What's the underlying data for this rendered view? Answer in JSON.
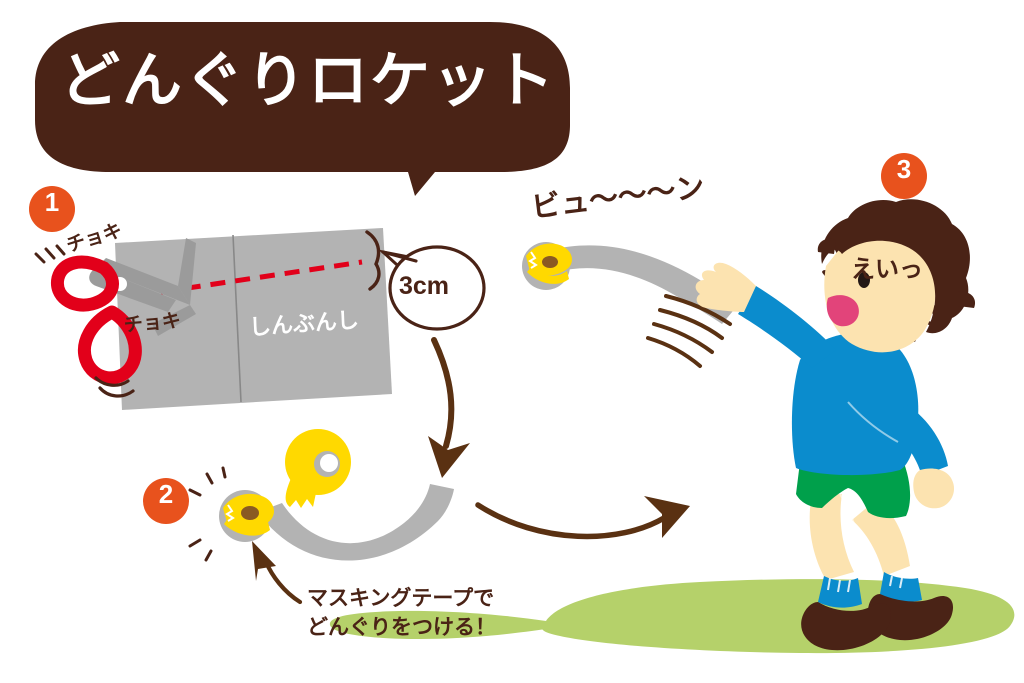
{
  "page": {
    "title_banner": "どんぐりロケット",
    "background_color": "#ffffff",
    "ink_color": "#4a2316",
    "accent_orange": "#e8521d",
    "banner_brown": "#4a2316"
  },
  "steps": [
    {
      "badge": "1",
      "labels": {
        "snip_top": "チョキ",
        "snip_bottom": "チョキ",
        "newspaper": "しんぶんし",
        "measure": "3cm"
      },
      "icons": [
        "scissors-icon",
        "newspaper-icon",
        "cut-line",
        "measure-callout"
      ]
    },
    {
      "badge": "2",
      "caption_line1": "マスキングテープで",
      "caption_line2": "どんぐりをつける！",
      "icons": [
        "masking-tape-roll-icon",
        "acorn-icon",
        "paper-strip-icon",
        "sparkle-icon"
      ]
    },
    {
      "badge": "3",
      "shout": "えいっ",
      "whoosh": "ビュ〜〜〜ン",
      "icons": [
        "boy-throwing-icon",
        "flying-rocket-icon",
        "speed-lines-icon",
        "burst-bubble-icon"
      ]
    }
  ],
  "colors": {
    "scissors_handle": "#e2001a",
    "scissors_blade": "#9b9b9b",
    "paper_gray": "#b3b3b3",
    "cut_line_red": "#e2001a",
    "tape_yellow": "#ffd900",
    "acorn_brown": "#8a5a22",
    "shirt_blue": "#0b8ccd",
    "shorts_green": "#00a04b",
    "skin": "#fce3b0",
    "hair_brown": "#4a2316",
    "ground_green": "#b5d16a",
    "mouth_pink": "#e2447a"
  }
}
